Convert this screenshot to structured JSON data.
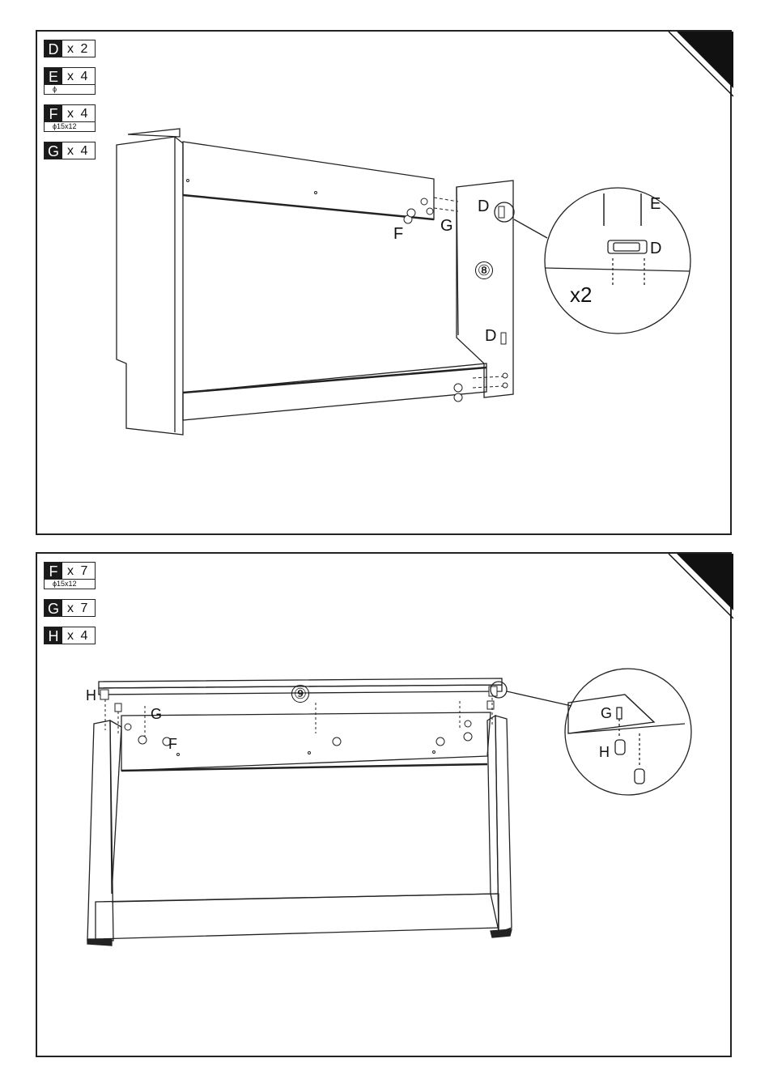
{
  "step_1": {
    "parts": [
      {
        "letter": "D",
        "qty": "x 2",
        "spec": ""
      },
      {
        "letter": "E",
        "qty": "x 4",
        "spec": "ϕ"
      },
      {
        "letter": "F",
        "qty": "x 4",
        "spec": "ϕ15x12"
      },
      {
        "letter": "G",
        "qty": "x 4",
        "spec": ""
      }
    ],
    "callouts": {
      "d_top": "D",
      "f": "F",
      "g": "G",
      "d_bottom": "D"
    },
    "panel_number": "⑧",
    "detail": {
      "e_label": "E",
      "d_label": "D",
      "multiplier": "x2"
    }
  },
  "step_2": {
    "parts": [
      {
        "letter": "F",
        "qty": "x 7",
        "spec": "ϕ15x12"
      },
      {
        "letter": "G",
        "qty": "x 7",
        "spec": ""
      },
      {
        "letter": "H",
        "qty": "x 4",
        "spec": ""
      }
    ],
    "callouts": {
      "h": "H",
      "g": "G",
      "f": "F"
    },
    "panel_number": "⑨",
    "detail": {
      "g_label": "G",
      "h_label": "H"
    }
  }
}
